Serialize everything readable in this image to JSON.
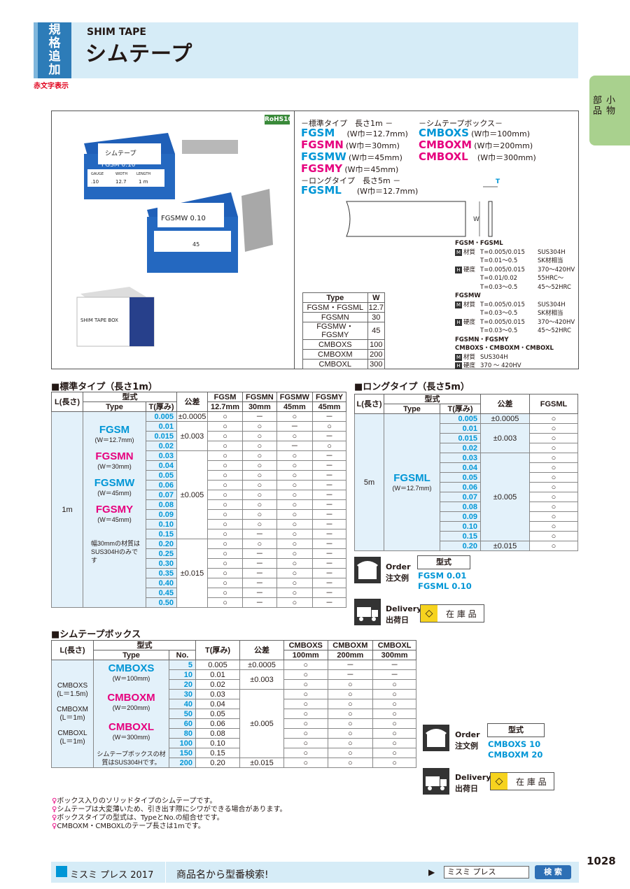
{
  "header": {
    "badge": "規格追加",
    "redtag": "赤文字表示",
    "subtitle": "SHIM TAPE",
    "title": "シムテープ"
  },
  "sidetab": "小物部品",
  "rohs": "RoHS10",
  "product": {
    "std_label": "－標準タイプ　長さ1m －",
    "std_items": [
      {
        "name": "FGSM",
        "w": "(W巾＝12.7mm)",
        "color": "cy"
      },
      {
        "name": "FGSMN",
        "w": "(W巾＝30mm)",
        "color": "mg"
      },
      {
        "name": "FGSMW",
        "w": "(W巾＝45mm)",
        "color": "cy"
      },
      {
        "name": "FGSMY",
        "w": "(W巾＝45mm)",
        "color": "mg"
      }
    ],
    "long_label": "－ロングタイプ　長さ5m －",
    "long_item": {
      "name": "FGSML",
      "w": "(W巾＝12.7mm)"
    },
    "box_label": "－シムテープボックス－",
    "box_items": [
      {
        "name": "CMBOXS",
        "w": "(W巾＝100mm)",
        "color": "cy"
      },
      {
        "name": "CMBOXM",
        "w": "(W巾＝200mm)",
        "color": "mg"
      },
      {
        "name": "CMBOXL",
        "w": "(W巾＝300mm)",
        "color": "mg"
      }
    ],
    "dim_t": "T",
    "dim_w": "W"
  },
  "photo": {
    "labels": [
      "シムテープ",
      "FGSM 0.10",
      "GAUGE",
      "WIDTH",
      "LENGTH",
      ".10",
      "12.7",
      "1 m",
      "FGSMW 0.10",
      "45",
      "SHIM TAPE BOX"
    ]
  },
  "type_table": {
    "headers": [
      "Type",
      "W"
    ],
    "rows": [
      [
        "FGSM・FGSML",
        "12.7"
      ],
      [
        "FGSMN",
        "30"
      ],
      [
        "FGSMW・FGSMY",
        "45"
      ],
      [
        "CMBOXS",
        "100"
      ],
      [
        "CMBOXM",
        "200"
      ],
      [
        "CMBOXL",
        "300"
      ]
    ]
  },
  "material": [
    {
      "title": "FGSM・FGSML",
      "lines": [
        [
          "M",
          "材質",
          "T=0.005/0.015",
          "SUS304H"
        ],
        [
          "",
          "",
          "T=0.01～0.5",
          "SK材相当"
        ],
        [
          "H",
          "硬度",
          "T=0.005/0.015",
          "370～420HV"
        ],
        [
          "",
          "",
          "T=0.01/0.02",
          "55HRC～"
        ],
        [
          "",
          "",
          "T=0.03～0.5",
          "45～52HRC"
        ]
      ]
    },
    {
      "title": "FGSMW",
      "lines": [
        [
          "M",
          "材質",
          "T=0.005/0.015",
          "SUS304H"
        ],
        [
          "",
          "",
          "T=0.03～0.5",
          "SK材相当"
        ],
        [
          "H",
          "硬度",
          "T=0.005/0.015",
          "370～420HV"
        ],
        [
          "",
          "",
          "T=0.03～0.5",
          "45～52HRC"
        ]
      ]
    },
    {
      "title": "FGSMN・FGSMY",
      "title2": "CMBOXS・CMBOXM・CMBOXL",
      "lines": [
        [
          "M",
          "材質",
          "SUS304H",
          ""
        ],
        [
          "H",
          "硬度",
          "370 ～ 420HV",
          ""
        ]
      ]
    }
  ],
  "std_section": {
    "heading": "■標準タイプ（長さ1m）",
    "h_L": "L(長さ)",
    "h_model": "型式",
    "h_type": "Type",
    "h_T": "T(厚み)",
    "h_tol": "公差",
    "cols": [
      [
        "FGSM",
        "12.7mm"
      ],
      [
        "FGSMN",
        "30mm"
      ],
      [
        "FGSMW",
        "45mm"
      ],
      [
        "FGSMY",
        "45mm"
      ]
    ],
    "L": "1m",
    "types": [
      [
        "FGSM",
        "(W＝12.7mm)",
        "cy"
      ],
      [
        "FGSMN",
        "(W＝30mm)",
        "mg"
      ],
      [
        "FGSMW",
        "(W＝45mm)",
        "cy"
      ],
      [
        "FGSMY",
        "(W＝45mm)",
        "mg"
      ]
    ],
    "note": "幅30mmの材質はSUS304Hのみです",
    "rows": [
      [
        "0.005",
        "±0.0005",
        "○",
        "－",
        "○",
        "－"
      ],
      [
        "0.01",
        "",
        "○",
        "○",
        "－",
        "○"
      ],
      [
        "0.015",
        "±0.003",
        "○",
        "○",
        "○",
        "－"
      ],
      [
        "0.02",
        "",
        "○",
        "○",
        "－",
        "○"
      ],
      [
        "0.03",
        "",
        "○",
        "○",
        "○",
        "－"
      ],
      [
        "0.04",
        "",
        "○",
        "○",
        "○",
        "－"
      ],
      [
        "0.05",
        "",
        "○",
        "○",
        "○",
        "－"
      ],
      [
        "0.06",
        "",
        "○",
        "○",
        "○",
        "－"
      ],
      [
        "0.07",
        "±0.005",
        "○",
        "○",
        "○",
        "－"
      ],
      [
        "0.08",
        "",
        "○",
        "○",
        "○",
        "－"
      ],
      [
        "0.09",
        "",
        "○",
        "○",
        "○",
        "－"
      ],
      [
        "0.10",
        "",
        "○",
        "○",
        "○",
        "－"
      ],
      [
        "0.15",
        "",
        "○",
        "－",
        "○",
        "－"
      ],
      [
        "0.20",
        "",
        "○",
        "○",
        "○",
        "－"
      ],
      [
        "0.25",
        "",
        "○",
        "－",
        "○",
        "－"
      ],
      [
        "0.30",
        "",
        "○",
        "－",
        "○",
        "－"
      ],
      [
        "0.35",
        "±0.015",
        "○",
        "－",
        "○",
        "－"
      ],
      [
        "0.40",
        "",
        "○",
        "－",
        "○",
        "－"
      ],
      [
        "0.45",
        "",
        "○",
        "－",
        "○",
        "－"
      ],
      [
        "0.50",
        "",
        "○",
        "－",
        "○",
        "－"
      ]
    ]
  },
  "long_section": {
    "heading": "■ロングタイプ（長さ5m）",
    "col": "FGSML",
    "L": "5m",
    "type": "FGSML",
    "w": "(W＝12.7mm)",
    "rows": [
      [
        "0.005",
        "±0.0005",
        "○"
      ],
      [
        "0.01",
        "",
        "○"
      ],
      [
        "0.015",
        "±0.003",
        "○"
      ],
      [
        "0.02",
        "",
        "○"
      ],
      [
        "0.03",
        "",
        "○"
      ],
      [
        "0.04",
        "",
        "○"
      ],
      [
        "0.05",
        "",
        "○"
      ],
      [
        "0.06",
        "",
        "○"
      ],
      [
        "0.07",
        "±0.005",
        "○"
      ],
      [
        "0.08",
        "",
        "○"
      ],
      [
        "0.09",
        "",
        "○"
      ],
      [
        "0.10",
        "",
        "○"
      ],
      [
        "0.15",
        "",
        "○"
      ],
      [
        "0.20",
        "±0.015",
        "○"
      ]
    ]
  },
  "order1": {
    "order_en": "Order",
    "order_jp": "注文例",
    "model": "型式",
    "ex1": "FGSM   0.01",
    "ex2": "FGSML 0.10",
    "delivery_en": "Delivery",
    "delivery_jp": "出荷日",
    "stock": "在 庫 品"
  },
  "box_section": {
    "heading": "■シムテープボックス",
    "h_No": "No.",
    "cols": [
      [
        "CMBOXS",
        "100mm"
      ],
      [
        "CMBOXM",
        "200mm"
      ],
      [
        "CMBOXL",
        "300mm"
      ]
    ],
    "L": [
      "CMBOXS",
      "(L＝1.5m)",
      "CMBOXM",
      "(L＝1m)",
      "CMBOXL",
      "(L＝1m)"
    ],
    "types": [
      [
        "CMBOXS",
        "(W＝100mm)",
        "cy"
      ],
      [
        "CMBOXM",
        "(W＝200mm)",
        "mg"
      ],
      [
        "CMBOXL",
        "(W＝300mm)",
        "mg"
      ]
    ],
    "note": "シムテープボックスの材質はSUS304Hです。",
    "rows": [
      [
        "5",
        "0.005",
        "±0.0005",
        "○",
        "－",
        "－"
      ],
      [
        "10",
        "0.01",
        "",
        "○",
        "－",
        "－"
      ],
      [
        "20",
        "0.02",
        "±0.003",
        "○",
        "○",
        "○"
      ],
      [
        "30",
        "0.03",
        "",
        "○",
        "○",
        "○"
      ],
      [
        "40",
        "0.04",
        "",
        "○",
        "○",
        "○"
      ],
      [
        "50",
        "0.05",
        "",
        "○",
        "○",
        "○"
      ],
      [
        "60",
        "0.06",
        "±0.005",
        "○",
        "○",
        "○"
      ],
      [
        "80",
        "0.08",
        "",
        "○",
        "○",
        "○"
      ],
      [
        "100",
        "0.10",
        "",
        "○",
        "○",
        "○"
      ],
      [
        "150",
        "0.15",
        "",
        "○",
        "○",
        "○"
      ],
      [
        "200",
        "0.20",
        "±0.015",
        "○",
        "○",
        "○"
      ]
    ]
  },
  "order2": {
    "order_en": "Order",
    "order_jp": "注文例",
    "model": "型式",
    "ex1": "CMBOXS 10",
    "ex2": "CMBOXM 20",
    "delivery_en": "Delivery",
    "delivery_jp": "出荷日",
    "stock": "在 庫 品"
  },
  "notes": [
    "ボックス入りのソリッドタイプのシムテープです。",
    "シムテープは大変薄いため、引き出す際にシワができる場合があります。",
    "ボックスタイプの型式は、TypeとNo.の組合せです。",
    "CMBOXM・CMBOXLのテープ長さは1mです。"
  ],
  "footer": {
    "brand": "ミスミ プレス 2017",
    "tagline": "商品名から型番検索!",
    "search_value": "ミスミ プレス",
    "search_btn": "検 索"
  },
  "page_no": "1028"
}
